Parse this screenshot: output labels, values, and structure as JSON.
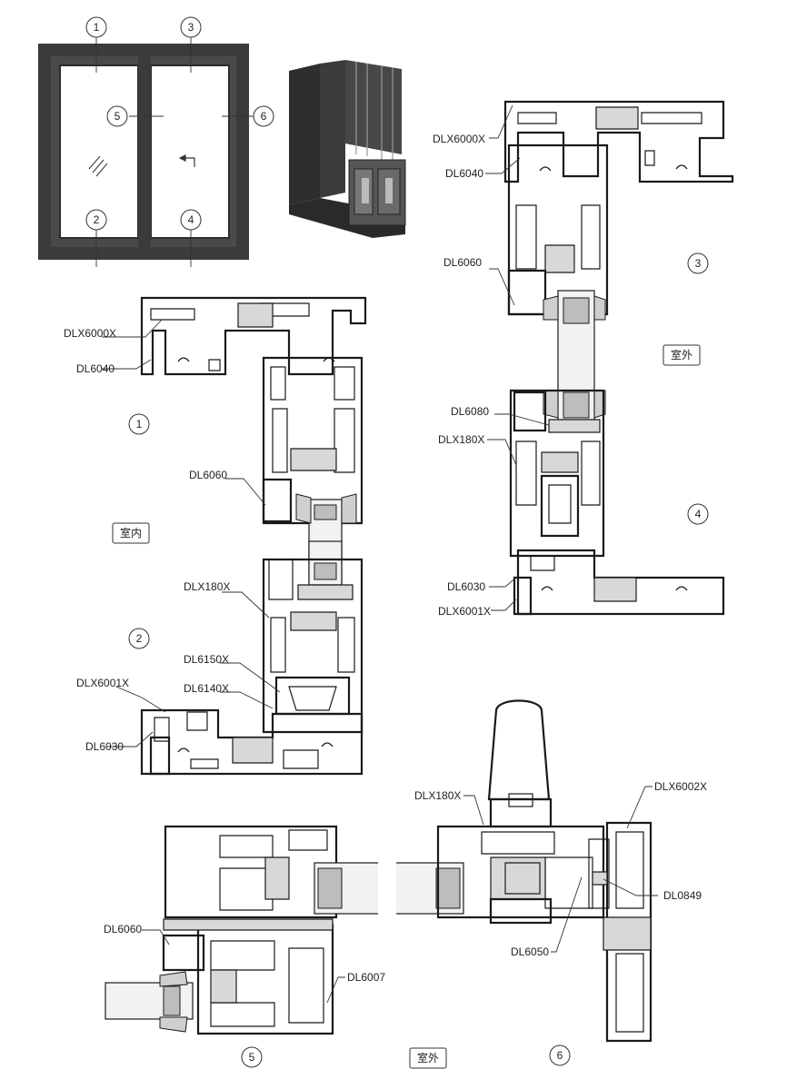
{
  "markers": {
    "window_view": [
      "1",
      "2",
      "3",
      "4",
      "5",
      "6"
    ],
    "section_a": [
      "1",
      "2"
    ],
    "section_b": [
      "3",
      "4"
    ],
    "section_c": [
      "5",
      "6"
    ]
  },
  "tags": {
    "indoor": "室内",
    "outdoor_b": "室外",
    "outdoor_c": "室外"
  },
  "section_a_labels": {
    "dlx6000x": "DLX6000X",
    "dl6040": "DL6040",
    "dl6060": "DL6060",
    "dlx180x": "DLX180X",
    "dl6150x": "DL6150X",
    "dl6140x": "DL6140X",
    "dlx6001x": "DLX6001X",
    "dl6030": "DL6030"
  },
  "section_b_labels": {
    "dlx6000x": "DLX6000X",
    "dl6040": "DL6040",
    "dl6060": "DL6060",
    "dl6080": "DL6080",
    "dlx180x": "DLX180X",
    "dl6030": "DL6030",
    "dlx6001x": "DLX6001X"
  },
  "section_c_labels": {
    "dlx180x": "DLX180X",
    "dlx6002x": "DLX6002X",
    "dl0849": "DL0849",
    "dl6050": "DL6050",
    "dl6060": "DL6060",
    "dl6007": "DL6007"
  },
  "colors": {
    "frame": "#3b3b3b",
    "line": "#1a1a1a",
    "profile_fill": "#d8d8d8",
    "glass_fill": "#f2f2f2"
  }
}
